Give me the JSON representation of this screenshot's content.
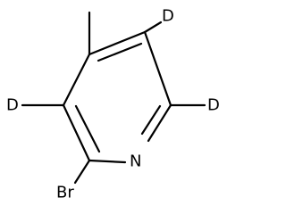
{
  "structure": {
    "atoms": [
      {
        "id": "c_methyl",
        "element": "C"
      },
      {
        "id": "c4",
        "element": "C"
      },
      {
        "id": "c5",
        "element": "C"
      },
      {
        "id": "c6",
        "element": "C"
      },
      {
        "id": "n1",
        "element": "N",
        "label": "N"
      },
      {
        "id": "c2",
        "element": "C"
      },
      {
        "id": "c3",
        "element": "C"
      },
      {
        "id": "d5",
        "element": "H",
        "isotope": 2,
        "label": "D"
      },
      {
        "id": "d6",
        "element": "H",
        "isotope": 2,
        "label": "D"
      },
      {
        "id": "d3",
        "element": "H",
        "isotope": 2,
        "label": "D"
      },
      {
        "id": "br",
        "element": "Br",
        "label": "Br"
      }
    ],
    "bonds": [
      {
        "from": "c_methyl",
        "to": "c4",
        "order": 1
      },
      {
        "from": "c4",
        "to": "c5",
        "order": 2
      },
      {
        "from": "c5",
        "to": "c6",
        "order": 1
      },
      {
        "from": "c6",
        "to": "n1",
        "order": 2
      },
      {
        "from": "n1",
        "to": "c2",
        "order": 1
      },
      {
        "from": "c2",
        "to": "c3",
        "order": 2
      },
      {
        "from": "c3",
        "to": "c4",
        "order": 1
      },
      {
        "from": "c5",
        "to": "d5",
        "order": 1
      },
      {
        "from": "c6",
        "to": "d6",
        "order": 1
      },
      {
        "from": "c3",
        "to": "d3",
        "order": 1
      },
      {
        "from": "c2",
        "to": "br",
        "order": 1
      }
    ]
  },
  "labels": {
    "d_top": "D",
    "d_right": "D",
    "d_left": "D",
    "nitrogen": "N",
    "bromine": "Br"
  }
}
